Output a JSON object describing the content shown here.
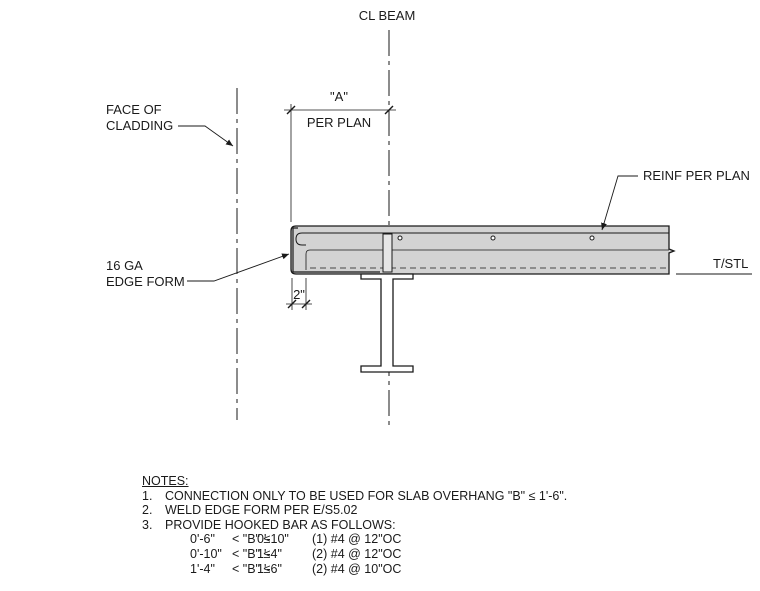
{
  "labels": {
    "cl_beam": "CL BEAM",
    "dim_a": "\"A\"",
    "per_plan": "PER PLAN",
    "face_of_cladding_1": "FACE OF",
    "face_of_cladding_2": "CLADDING",
    "reinf_per_plan": "REINF PER PLAN",
    "edge_form_1": "16 GA",
    "edge_form_2": "EDGE FORM",
    "t_stl": "T/STL",
    "dim_2": "2\""
  },
  "notes": {
    "title": "NOTES:",
    "items": [
      {
        "num": "1.",
        "text": "CONNECTION ONLY TO BE USED FOR SLAB OVERHANG \"B\" ≤ 1'-6\"."
      },
      {
        "num": "2.",
        "text": "WELD EDGE FORM PER E/S5.02"
      },
      {
        "num": "3.",
        "text": "PROVIDE HOOKED BAR AS FOLLOWS:"
      }
    ],
    "table": [
      {
        "lo": "0'-6\"",
        "cond": "< \"B\" ≤",
        "hi": "0'-10\"",
        "bar": "(1) #4 @ 12\"OC"
      },
      {
        "lo": "0'-10\"",
        "cond": "< \"B\" ≤",
        "hi": "1'-4\"",
        "bar": "(2) #4 @ 12\"OC"
      },
      {
        "lo": "1'-4\"",
        "cond": "< \"B\" ≤",
        "hi": "1'-6\"",
        "bar": "(2) #4 @ 10\"OC"
      }
    ]
  },
  "colors": {
    "line": "#1a1a1a",
    "slab_fill": "#d3d3d3"
  }
}
